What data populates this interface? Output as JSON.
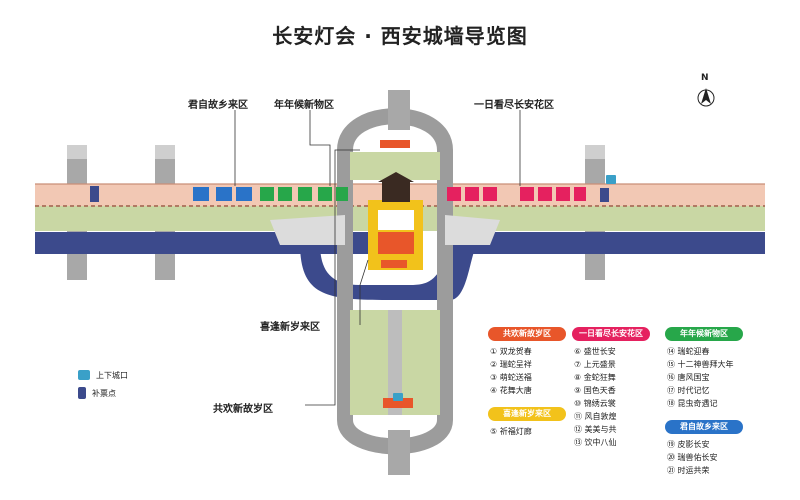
{
  "title": "长安灯会 · 西安城墙导览图",
  "compass": "N",
  "zones": {
    "junzi": "君自故乡来区",
    "niannian": "年年候新物区",
    "yiri": "一日看尽长安花区",
    "xifeng": "喜逢新岁来区",
    "gonghuan": "共欢新故岁区"
  },
  "side_legend": {
    "gate": "上下城口",
    "ticket": "补票点"
  },
  "legend": [
    {
      "name": "共欢新故岁区",
      "color": "#e8562a",
      "items": [
        {
          "n": "①",
          "t": "双龙贺春"
        },
        {
          "n": "②",
          "t": "瑞蛇呈祥"
        },
        {
          "n": "③",
          "t": "萌蛇送福"
        },
        {
          "n": "④",
          "t": "花舞大唐"
        }
      ]
    },
    {
      "name": "一日看尽长安花区",
      "color": "#e5215f",
      "items": [
        {
          "n": "⑥",
          "t": "盛世长安"
        },
        {
          "n": "⑦",
          "t": "上元盛景"
        },
        {
          "n": "⑧",
          "t": "金蛇狂舞"
        },
        {
          "n": "⑨",
          "t": "国色天香"
        },
        {
          "n": "⑩",
          "t": "锦绣云裳"
        },
        {
          "n": "⑪",
          "t": "风自敦煌"
        },
        {
          "n": "⑫",
          "t": "美美与共"
        },
        {
          "n": "⑬",
          "t": "饮中八仙"
        }
      ]
    },
    {
      "name": "年年候新物区",
      "color": "#27a74a",
      "items": [
        {
          "n": "⑭",
          "t": "瑞蛇迎春"
        },
        {
          "n": "⑮",
          "t": "十二神兽拜大年"
        },
        {
          "n": "⑯",
          "t": "唐风国宝"
        },
        {
          "n": "⑰",
          "t": "时代记忆"
        },
        {
          "n": "⑱",
          "t": "昆虫奇遇记"
        }
      ]
    },
    {
      "name": "喜逢新岁来区",
      "color": "#f2c21b",
      "items": [
        {
          "n": "⑤",
          "t": "祈福灯廊"
        }
      ]
    },
    {
      "name": "君自故乡来区",
      "color": "#2a73c8",
      "items": [
        {
          "n": "⑲",
          "t": "皮影长安"
        },
        {
          "n": "⑳",
          "t": "瑞兽佑长安"
        },
        {
          "n": "㉑",
          "t": "时运共荣"
        }
      ]
    }
  ],
  "colors": {
    "wall": "#f2c8b4",
    "wall_edge": "#c98f78",
    "grass": "#c9d7a4",
    "moat": "#3c4a8c",
    "road": "#9c9c9c",
    "road_light": "#bdbdbd"
  }
}
